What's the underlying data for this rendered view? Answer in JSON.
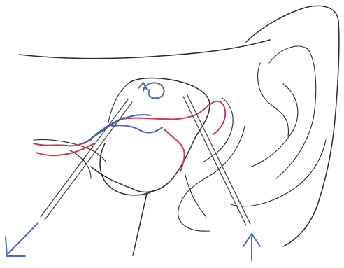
{
  "colors": {
    "ink": "#2a2a2a",
    "red_strand": "#c83a4e",
    "blue_strand": "#4a64b8",
    "arrow_blue": "#4f67b4",
    "background": "#ffffff"
  },
  "figure": {
    "type": "hand-drawn anatomical sketch",
    "arrows": [
      {
        "name": "lower-left-arrow",
        "direction": "down-left"
      },
      {
        "name": "lower-right-arrow",
        "direction": "up"
      },
      {
        "name": "rotation-arrow",
        "direction": "counter-clockwise"
      }
    ]
  }
}
